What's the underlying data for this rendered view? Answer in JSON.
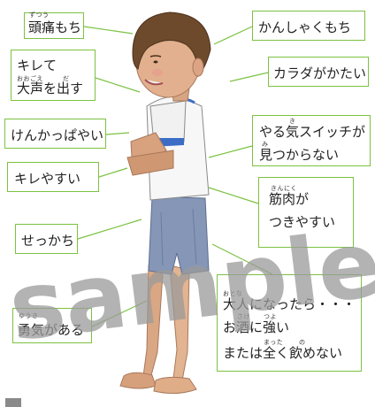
{
  "labels": {
    "headache": {
      "text": "頭痛もち",
      "ruby": "ずつう"
    },
    "tantrum": {
      "text": "かんしゃくもち"
    },
    "shout_line1": {
      "text": "キレて"
    },
    "shout_line2": {
      "text": "大声を出す",
      "ruby1": "おおごえ",
      "ruby2": "だ"
    },
    "stiff_body": {
      "text": "カラダがかたい"
    },
    "quarrelsome": {
      "text": "けんかっぱやい"
    },
    "motivation_line1": {
      "text": "やる気スイッチが",
      "ruby": "き"
    },
    "motivation_line2": {
      "text": "見つからない",
      "ruby": "み"
    },
    "snaps_easily": {
      "text": "キレやすい"
    },
    "muscle_line1": {
      "text": "筋肉が",
      "ruby": "きんにく"
    },
    "muscle_line2": {
      "text": "つきやすい"
    },
    "impatient": {
      "text": "せっかち"
    },
    "courage": {
      "text": "勇気がある",
      "ruby": "ゆうき"
    },
    "adult_line1": {
      "text": "大人になったら・・・",
      "ruby": "おとな"
    },
    "adult_line2": {
      "text": "お酒に強い",
      "ruby1": "さけ",
      "ruby2": "つよ"
    },
    "adult_line3": {
      "text": "または全く飲めない",
      "ruby1": "まった",
      "ruby2": "の"
    }
  },
  "watermark": {
    "text": "sample"
  },
  "colors": {
    "box_border": "#7cc242",
    "leader_line": "#7cc242",
    "watermark": "#9a9a9a"
  }
}
